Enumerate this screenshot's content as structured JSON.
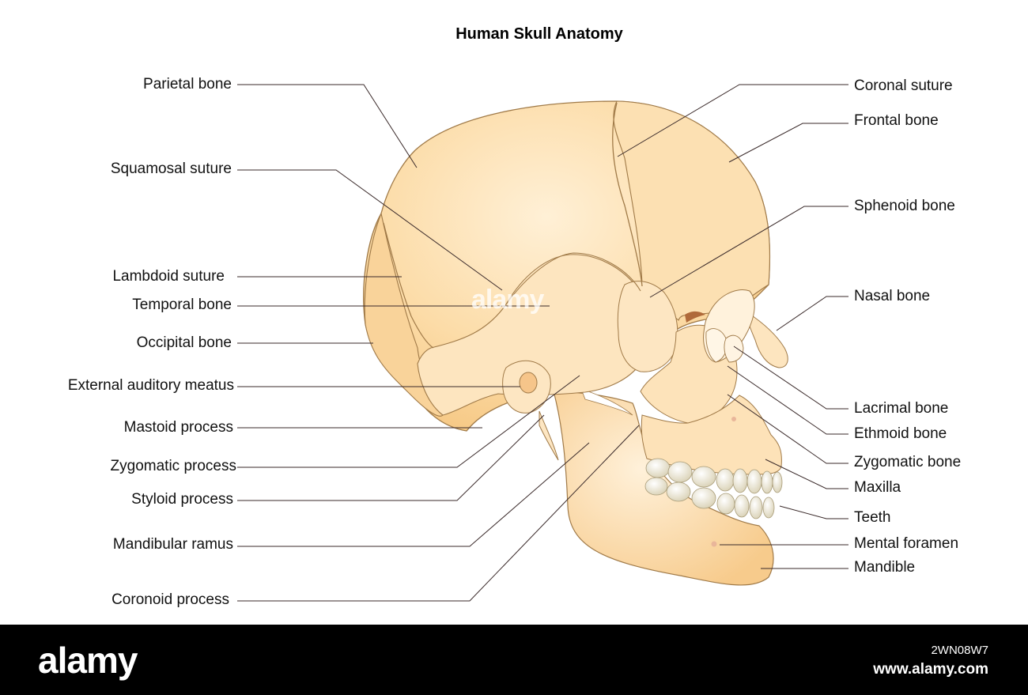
{
  "title": "Human Skull Anatomy",
  "labels": {
    "left": [
      "Parietal bone",
      "Squamosal suture",
      "Lambdoid suture",
      "Temporal bone",
      "Occipital bone",
      "External auditory meatus",
      "Mastoid process",
      "Zygomatic process",
      "Styloid process",
      "Mandibular ramus",
      "Coronoid process"
    ],
    "right": [
      "Coronal suture",
      "Frontal bone",
      "Sphenoid bone",
      "Nasal bone",
      "Lacrimal bone",
      "Ethmoid bone",
      "Zygomatic bone",
      "Maxilla",
      "Teeth",
      "Mental foramen",
      "Mandible"
    ]
  },
  "colors": {
    "bone": "#fbd9a4",
    "bone_shadow": "#f7c986",
    "bone_highlight": "#fff3df",
    "outline": "#a07a48",
    "leader_line": "#3a2a2a",
    "teeth": "#ece6cf",
    "footer": "#000000"
  },
  "watermark": {
    "brand": "alamy",
    "image_id": "2WN08W7",
    "site": "www.alamy.com"
  }
}
